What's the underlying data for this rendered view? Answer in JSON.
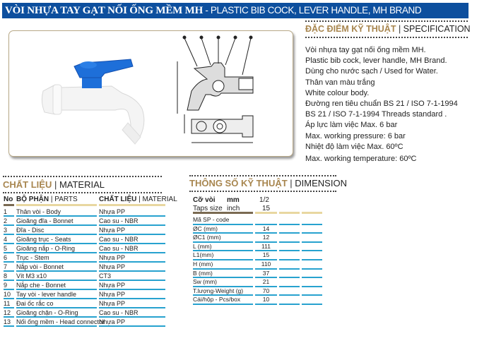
{
  "title": {
    "vn": "VÒI NHỰA TAY GẠT NỐI ỐNG MỀM MH",
    "en": " - PLASTIC BIB COCK, LEVER HANDLE, MH BRAND"
  },
  "specification": {
    "heading_vn": "ĐẶC ĐIỂM KỸ THUẬT",
    "sep": " | ",
    "heading_en": "SPECIFICATION",
    "lines": [
      "Vòi nhựa tay gạt nối ống mềm MH.",
      "Plastic bib cock, lever handle, MH Brand.",
      "Dùng cho nước sạch  / Used for Water.",
      "Thân van màu trắng",
      "White  colour body.",
      "Đường ren tiêu chuẩn BS 21 / ISO 7-1-1994",
      "BS 21 / ISO 7-1-1994 Threads standard .",
      "Áp lực làm việc Max. 6 bar",
      "Max. working pressure: 6 bar",
      "Nhiệt độ làm việc Max. 60ºC",
      "Max. working temperature: 60ºC"
    ]
  },
  "material": {
    "heading_vn": "CHẤT LIỆU",
    "sep": " | ",
    "heading_en": "MATERIAL",
    "columns": {
      "no": "No",
      "parts_vn": "BỘ PHẬN",
      "parts_en": "PARTS",
      "mat_vn": "CHẤT LIỆU",
      "mat_en": "MATERIAL"
    },
    "rows": [
      [
        "1",
        "Thân vòi - Body",
        "Nhựa PP"
      ],
      [
        "2",
        "Gioăng đĩa - Bonnet",
        "Cao su - NBR"
      ],
      [
        "3",
        "Đĩa - Disc",
        "Nhựa PP"
      ],
      [
        "4",
        "Gioăng trục -  Seats",
        "Cao su - NBR"
      ],
      [
        "5",
        "Gioăng nắp - O-Ring",
        "Cao su - NBR"
      ],
      [
        "6",
        "Trục - Stem",
        "Nhựa PP"
      ],
      [
        "7",
        "Nắp vòi - Bonnet",
        "Nhựa PP"
      ],
      [
        "8",
        "Vít M3 x10",
        "CT3"
      ],
      [
        "9",
        "Nắp che - Bonnet",
        "Nhựa PP"
      ],
      [
        "10",
        "Tay vòi - lever handle",
        "Nhựa PP"
      ],
      [
        "11",
        "Đai ốc rắc co",
        "Nhựa PP"
      ],
      [
        "12",
        "Gioăng chặn - O-Ring",
        "Cao su - NBR"
      ],
      [
        "13",
        "Nối ống mềm - Head connector",
        "Nhựa PP"
      ]
    ]
  },
  "dimension": {
    "heading_vn": "THÔNG SỐ KỸ THUẬT",
    "sep": " | ",
    "heading_en": "DIMENSION",
    "size_label_vn": "Cỡ vòi",
    "unit_mm": "mm",
    "size_mm": "1/2",
    "size_label_en": "Taps size",
    "unit_inch": "inch",
    "size_inch": "15",
    "rows": [
      [
        "Mã SP - code",
        ""
      ],
      [
        "ØC (mm)",
        "14"
      ],
      [
        "ØC1 (mm)",
        "12"
      ],
      [
        "L (mm)",
        "111"
      ],
      [
        "L1(mm)",
        "15"
      ],
      [
        "H (mm)",
        "110"
      ],
      [
        "B (mm)",
        "37"
      ],
      [
        "Sw (mm)",
        "21"
      ],
      [
        "T.lượng-Weight (g)",
        "70"
      ],
      [
        "Cái/hộp - Pcs/box",
        "10"
      ]
    ]
  },
  "colors": {
    "title_bg": "#0d4f9e",
    "heading_gold": "#a8864f",
    "row_line": "#27a2cf",
    "handle_blue": "#1e6fd9"
  }
}
